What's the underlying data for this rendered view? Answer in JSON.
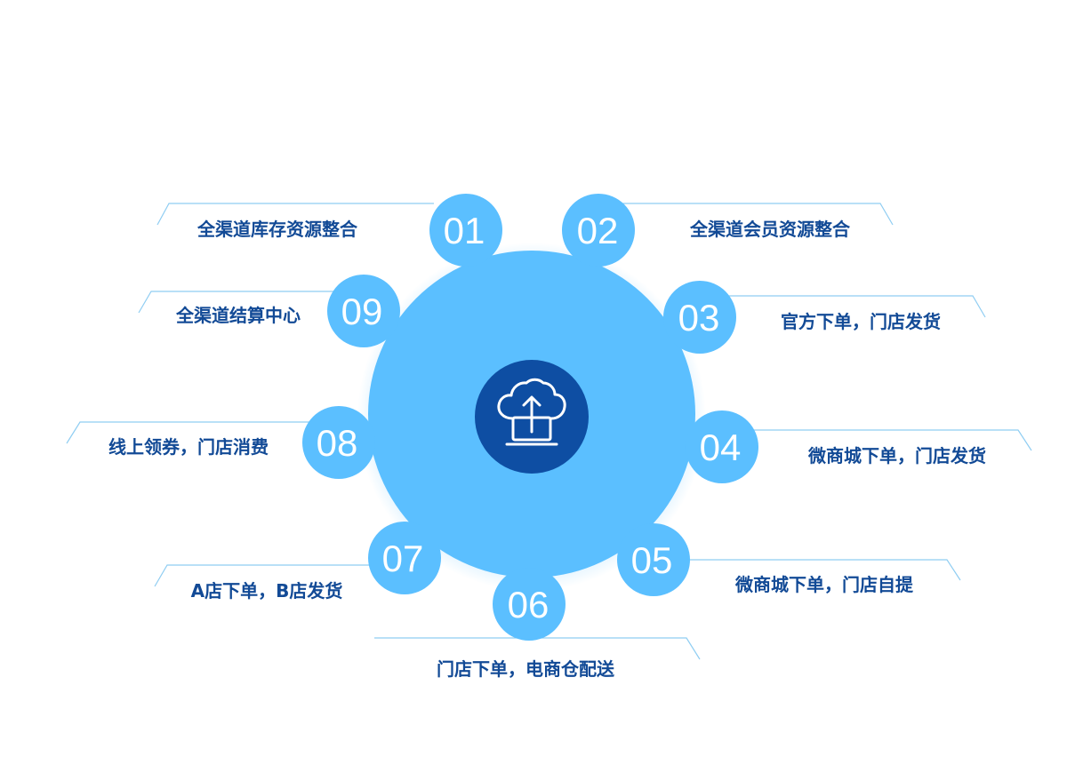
{
  "center": {
    "icon": "cloud-upload-laptop-icon"
  },
  "nodes": [
    {
      "num": "01",
      "label": "全渠道库存资源整合"
    },
    {
      "num": "02",
      "label": "全渠道会员资源整合"
    },
    {
      "num": "03",
      "label": "官方下单，门店发货"
    },
    {
      "num": "04",
      "label": "微商城下单，门店发货"
    },
    {
      "num": "05",
      "label": "微商城下单，门店自提"
    },
    {
      "num": "06",
      "label": "门店下单，电商仓配送"
    },
    {
      "num": "07",
      "label": "A店下单，B店发货"
    },
    {
      "num": "08",
      "label": "线上领券，门店消费"
    },
    {
      "num": "09",
      "label": "全渠道结算中心"
    }
  ],
  "colors": {
    "hub": "#5bbfff",
    "center": "#0e4ea3",
    "label": "#124a96",
    "leader": "#8fcdf2"
  }
}
